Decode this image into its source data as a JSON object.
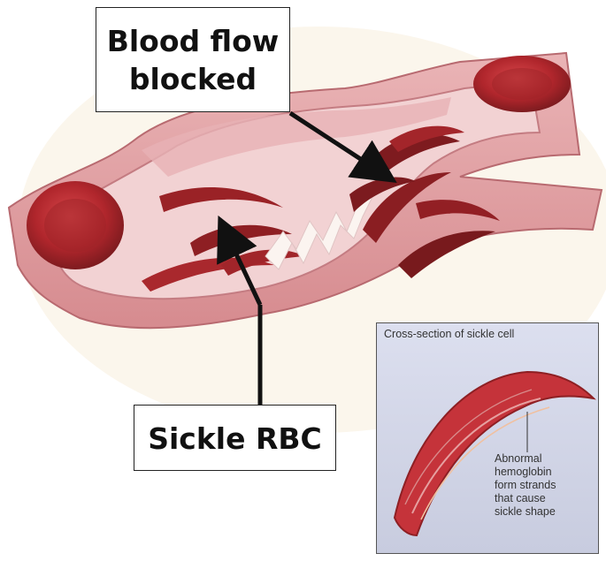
{
  "callouts": {
    "flow_line1": "Blood flow",
    "flow_line2": "blocked",
    "sickle_rbc": "Sickle RBC"
  },
  "inset": {
    "title": "Cross-section of sickle cell",
    "note_lines": [
      "Abnormal",
      "hemoglobin",
      "form strands",
      "that cause",
      "sickle shape"
    ]
  },
  "colors": {
    "vessel_outer": "#e3a0a3",
    "vessel_inner": "#c4707a",
    "lumen": "#f4dada",
    "red_cell": "#b0262c",
    "sickle_cell": "#9a2226",
    "clot": "#7e1b1f",
    "inset_bg": "#d4d8ea",
    "arrow": "#111111"
  }
}
